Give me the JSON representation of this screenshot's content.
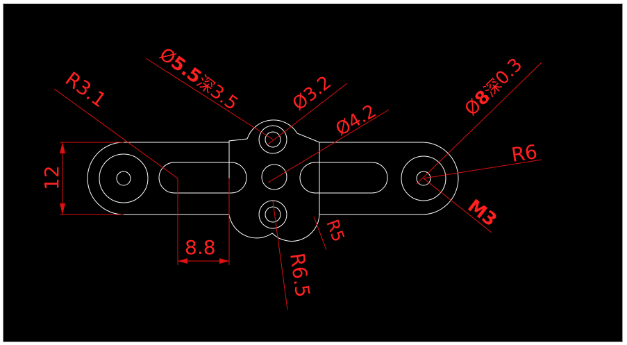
{
  "canvas": {
    "background": "#000000",
    "geometry_color": "#ffffff",
    "dimension_color": "#ff2020"
  },
  "dimensions": {
    "r3_1": "R3.1",
    "hole_5_5_dia": "Ø",
    "hole_5_5_num": "5.5",
    "hole_5_5_depth_label": "深",
    "hole_5_5_depth": "3.5",
    "hole_3_2": "Ø3.2",
    "hole_4_2": "Ø4.2",
    "hole_8_dia": "Ø",
    "hole_8_num": "8",
    "hole_8_depth_label": "深",
    "hole_8_depth": "0.3",
    "r6": "R6",
    "m3": "M3",
    "r5": "R5",
    "r6_5": "R6.5",
    "height_12": "12",
    "slot_8_8": "8.8"
  }
}
